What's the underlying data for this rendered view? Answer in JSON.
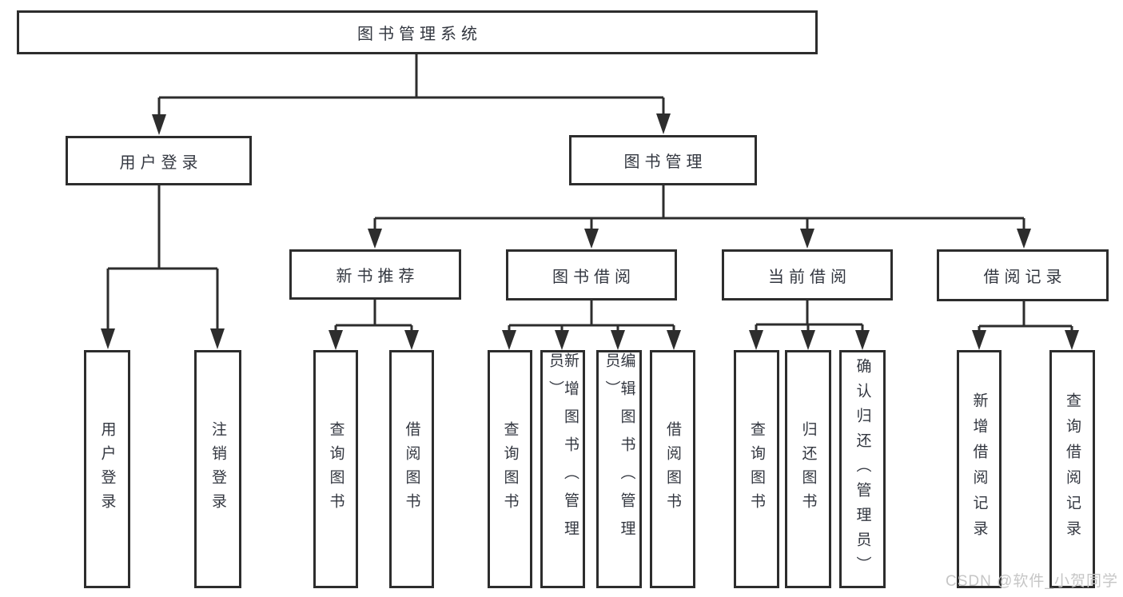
{
  "diagram": {
    "type": "hierarchy",
    "nodes": {
      "root": {
        "label": "图书管理系统"
      },
      "user_login": {
        "label": "用户登录"
      },
      "book_management": {
        "label": "图书管理"
      },
      "new_book_recommend": {
        "label": "新书推荐"
      },
      "book_borrow": {
        "label": "图书借阅"
      },
      "current_borrow": {
        "label": "当前借阅"
      },
      "borrow_record": {
        "label": "借阅记录"
      },
      "leaf_user_login": {
        "label": "用户登录"
      },
      "leaf_logout": {
        "label": "注销登录"
      },
      "leaf_nbr_query_books": {
        "label": "查询图书"
      },
      "leaf_nbr_borrow_books": {
        "label": "借阅图书"
      },
      "leaf_bb_query_books": {
        "label": "查询图书"
      },
      "leaf_bb_add_books": {
        "label": "新增图书（管理员）"
      },
      "leaf_bb_edit_books": {
        "label": "编辑图书（管理员）"
      },
      "leaf_bb_borrow_books": {
        "label": "借阅图书"
      },
      "leaf_cb_query_books": {
        "label": "查询图书"
      },
      "leaf_cb_return_books": {
        "label": "归还图书"
      },
      "leaf_cb_confirm_return": {
        "label": "确认归还（管理员）"
      },
      "leaf_br_add_record": {
        "label": "新增借阅记录"
      },
      "leaf_br_query_record": {
        "label": "查询借阅记录"
      }
    },
    "edges": [
      [
        "root",
        "user_login"
      ],
      [
        "root",
        "book_management"
      ],
      [
        "user_login",
        "leaf_user_login"
      ],
      [
        "user_login",
        "leaf_logout"
      ],
      [
        "book_management",
        "new_book_recommend"
      ],
      [
        "book_management",
        "book_borrow"
      ],
      [
        "book_management",
        "current_borrow"
      ],
      [
        "book_management",
        "borrow_record"
      ],
      [
        "new_book_recommend",
        "leaf_nbr_query_books"
      ],
      [
        "new_book_recommend",
        "leaf_nbr_borrow_books"
      ],
      [
        "book_borrow",
        "leaf_bb_query_books"
      ],
      [
        "book_borrow",
        "leaf_bb_add_books"
      ],
      [
        "book_borrow",
        "leaf_bb_edit_books"
      ],
      [
        "book_borrow",
        "leaf_bb_borrow_books"
      ],
      [
        "current_borrow",
        "leaf_cb_query_books"
      ],
      [
        "current_borrow",
        "leaf_cb_return_books"
      ],
      [
        "current_borrow",
        "leaf_cb_confirm_return"
      ],
      [
        "borrow_record",
        "leaf_br_add_record"
      ],
      [
        "borrow_record",
        "leaf_br_query_record"
      ]
    ]
  },
  "watermark": {
    "text": "CSDN @软件_小贺同学"
  },
  "colors": {
    "line": "#2d2d2d",
    "border": "#2d2d2d",
    "text": "#333740",
    "watermark": "#c6c6c6",
    "background": "#ffffff"
  }
}
